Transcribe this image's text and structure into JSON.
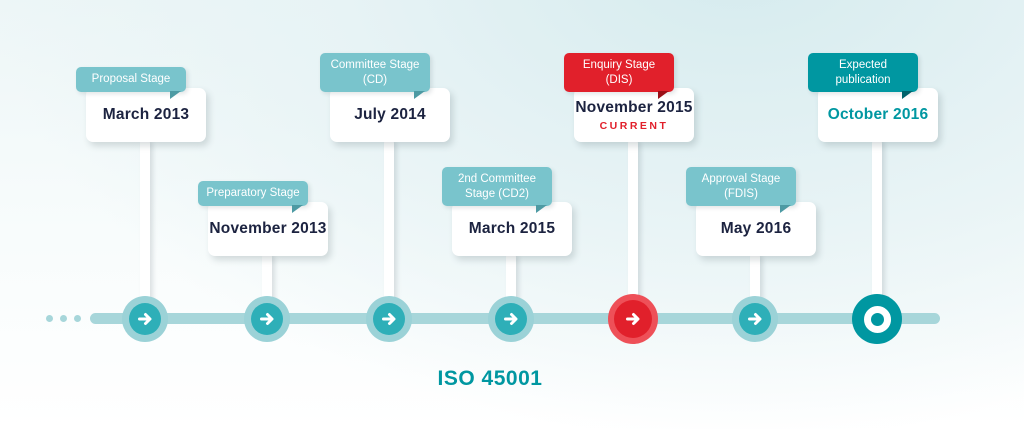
{
  "title": "ISO 45001",
  "colors": {
    "background_tint": "#e7f3f5",
    "timeline": "#a7d6da",
    "tab_teal": "#79c4cc",
    "marker_outer_teal": "#9bd2d7",
    "marker_inner_teal": "#2eafb8",
    "red": "#e1202b",
    "teal_dark": "#0097a1",
    "date_navy": "#1c2340",
    "card_white": "#ffffff"
  },
  "milestones": [
    {
      "tab_line1": "Proposal Stage",
      "tab_line2": "",
      "date": "March 2013",
      "note": "",
      "theme": "teal",
      "position": "high",
      "marker": "arrow"
    },
    {
      "tab_line1": "Preparatory Stage",
      "tab_line2": "",
      "date": "November 2013",
      "note": "",
      "theme": "teal",
      "position": "low",
      "marker": "arrow"
    },
    {
      "tab_line1": "Committee Stage",
      "tab_line2": "(CD)",
      "date": "July 2014",
      "note": "",
      "theme": "teal",
      "position": "high",
      "marker": "arrow"
    },
    {
      "tab_line1": "2nd Committee",
      "tab_line2": "Stage (CD2)",
      "date": "March 2015",
      "note": "",
      "theme": "teal",
      "position": "low",
      "marker": "arrow"
    },
    {
      "tab_line1": "Enquiry Stage",
      "tab_line2": "(DIS)",
      "date": "November 2015",
      "note": "CURRENT",
      "theme": "red",
      "position": "high",
      "marker": "arrow"
    },
    {
      "tab_line1": "Approval Stage",
      "tab_line2": "(FDIS)",
      "date": "May 2016",
      "note": "",
      "theme": "teal",
      "position": "low",
      "marker": "arrow"
    },
    {
      "tab_line1": "Expected",
      "tab_line2": "publication",
      "date": "October 2016",
      "note": "",
      "theme": "teal-dark",
      "position": "high",
      "marker": "ring"
    }
  ]
}
